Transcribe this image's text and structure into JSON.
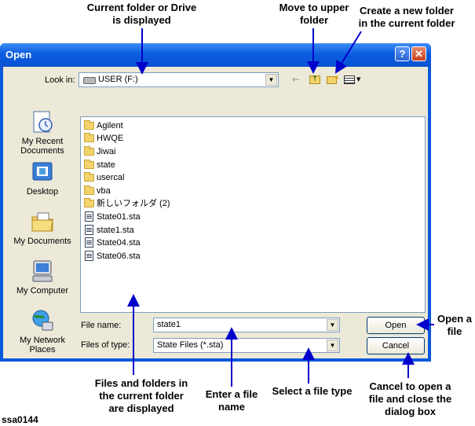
{
  "annotations": {
    "current_folder": "Current folder or Drive\nis displayed",
    "upper_folder": "Move to upper\nfolder",
    "new_folder": "Create a new folder\nin the current folder",
    "open": "Open a\nfile",
    "files_folders": "Files and folders in\nthe current folder\nare displayed",
    "enter_name": "Enter a file\nname",
    "file_type": "Select a file type",
    "cancel": "Cancel to open a\nfile and close the\ndialog box",
    "figure_id": "ssa0144"
  },
  "window": {
    "title": "Open",
    "help": "?",
    "close": "✕"
  },
  "lookin": {
    "label": "Look in:",
    "value": "USER (F:)"
  },
  "places": [
    {
      "label": "My Recent\nDocuments",
      "icon": "recent-documents-icon"
    },
    {
      "label": "Desktop",
      "icon": "desktop-icon"
    },
    {
      "label": "My Documents",
      "icon": "my-documents-icon"
    },
    {
      "label": "My Computer",
      "icon": "my-computer-icon"
    },
    {
      "label": "My Network\nPlaces",
      "icon": "network-places-icon"
    }
  ],
  "items": [
    {
      "name": "Agilent",
      "kind": "folder"
    },
    {
      "name": "HWQE",
      "kind": "folder"
    },
    {
      "name": "Jiwai",
      "kind": "folder"
    },
    {
      "name": "state",
      "kind": "folder"
    },
    {
      "name": "usercal",
      "kind": "folder"
    },
    {
      "name": "vba",
      "kind": "folder"
    },
    {
      "name": "新しいフォルダ (2)",
      "kind": "folder"
    },
    {
      "name": "State01.sta",
      "kind": "file"
    },
    {
      "name": "state1.sta",
      "kind": "file"
    },
    {
      "name": "State04.sta",
      "kind": "file"
    },
    {
      "name": "State06.sta",
      "kind": "file"
    }
  ],
  "filename": {
    "label": "File name:",
    "value": "state1"
  },
  "filetype": {
    "label": "Files of type:",
    "value": "State Files (*.sta)"
  },
  "buttons": {
    "open": "Open",
    "cancel": "Cancel"
  },
  "colors": {
    "titlebar": "#0a58dd",
    "annotation_arrow": "#0000cc",
    "dialog_bg": "#ece9d8"
  }
}
